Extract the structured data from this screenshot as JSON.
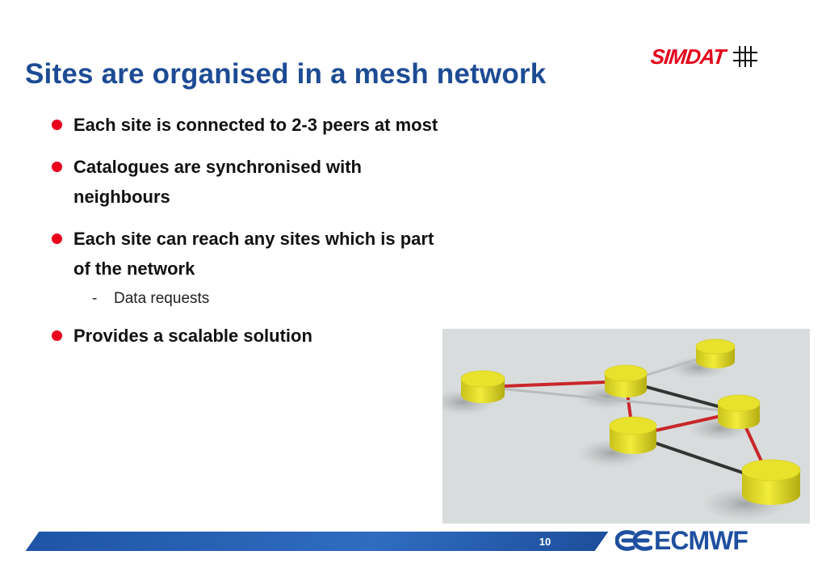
{
  "slide": {
    "title": "Sites are organised in a mesh network",
    "bullets": [
      {
        "text": "Each site is connected to 2-3 peers at most"
      },
      {
        "text": "Catalogues are synchronised with neighbours"
      },
      {
        "text": "Each site can reach any sites which is part of the network",
        "sub": [
          {
            "dash": "-",
            "text": "Data requests"
          }
        ]
      },
      {
        "text": "Provides a scalable solution"
      }
    ],
    "page_number": "10"
  },
  "logos": {
    "simdat": "SIMDAT",
    "ecmwf": "ECMWF"
  },
  "colors": {
    "title": "#1d4b94",
    "bullet": "#e8001c",
    "simdat": "#e3001b",
    "footer_band": "#2f6cc0",
    "cylinder": "#e8e22c",
    "link_red": "#c9272a",
    "link_dark": "#333333",
    "link_grey": "#b9bcbc"
  },
  "network": {
    "sites": [
      {
        "name": "site-left"
      },
      {
        "name": "site-center"
      },
      {
        "name": "site-top-right"
      },
      {
        "name": "site-mid-lower"
      },
      {
        "name": "site-right"
      },
      {
        "name": "site-bottom-right"
      }
    ],
    "links": [
      {
        "from": 0,
        "to": 1,
        "kind": "red"
      },
      {
        "from": 1,
        "to": 2,
        "kind": "grey"
      },
      {
        "from": 1,
        "to": 3,
        "kind": "red"
      },
      {
        "from": 1,
        "to": 4,
        "kind": "dark"
      },
      {
        "from": 3,
        "to": 4,
        "kind": "red"
      },
      {
        "from": 4,
        "to": 5,
        "kind": "red"
      },
      {
        "from": 3,
        "to": 5,
        "kind": "dark"
      },
      {
        "from": 0,
        "to": 4,
        "kind": "grey"
      }
    ]
  }
}
